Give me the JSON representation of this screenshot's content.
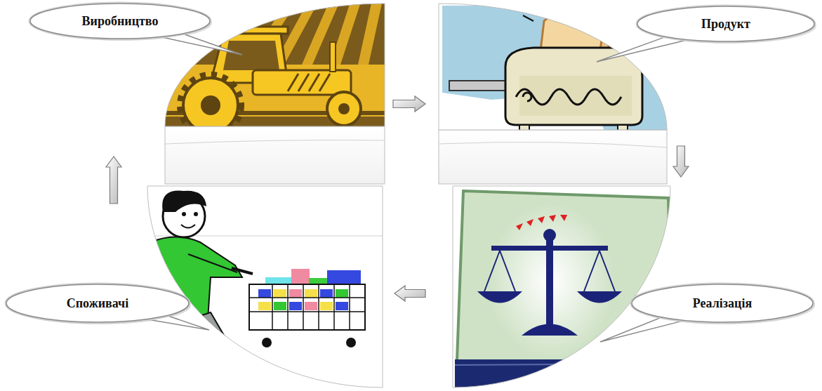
{
  "diagram": {
    "nodes": [
      {
        "text": [
          "Виробництво"
        ]
      },
      {
        "text": [
          "Продукт"
        ]
      },
      {
        "text": [
          "Споживачі"
        ]
      },
      {
        "text": [
          "Реалізація"
        ]
      }
    ],
    "edges": [
      {
        "from": 0,
        "to": 1,
        "arrow": "to"
      },
      {
        "from": 1,
        "to": 3,
        "arrow": "to"
      },
      {
        "from": 3,
        "to": 2,
        "arrow": "to"
      },
      {
        "from": 2,
        "to": 0,
        "arrow": "to"
      }
    ]
  }
}
